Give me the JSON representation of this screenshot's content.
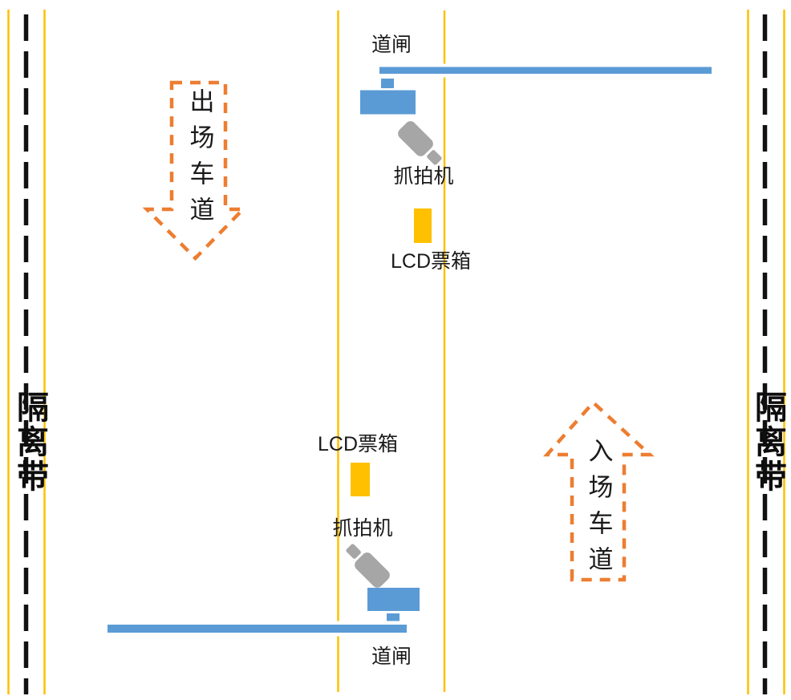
{
  "diagram": {
    "left_divider_label": "隔离带",
    "right_divider_label": "隔离带",
    "exit_lane": {
      "arrow_label": "出场车道",
      "gate_label": "道闸",
      "camera_label": "抓拍机",
      "ticket_box_label": "LCD票箱"
    },
    "entry_lane": {
      "arrow_label": "入场车道",
      "gate_label": "道闸",
      "camera_label": "抓拍机",
      "ticket_box_label": "LCD票箱"
    }
  },
  "colors": {
    "lane_line": "#FFC000",
    "divider_line": "#111111",
    "equipment_blue": "#5B9BD5",
    "ticket_box_yellow": "#FFC000",
    "camera_gray": "#A6A6A6",
    "arrow_orange": "#ED7D31"
  }
}
